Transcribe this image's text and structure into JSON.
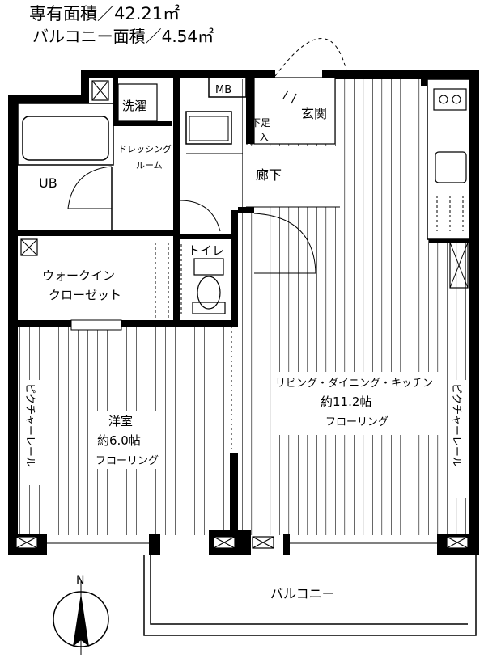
{
  "header": {
    "exclusive_area": "専有面積／42.21㎡",
    "balcony_area": "バルコニー面積／4.54㎡"
  },
  "rooms": {
    "laundry": "洗濯",
    "mb": "MB",
    "entrance": "玄関",
    "shoe_line1": "下足",
    "shoe_line2": "入",
    "dressing_line1": "ドレッシング",
    "dressing_line2": "ルーム",
    "ub": "UB",
    "hallway": "廊下",
    "toilet": "トイレ",
    "closet_line1": "ウォークイン",
    "closet_line2": "クローゼット",
    "western_name": "洋室",
    "western_size": "約6.0帖",
    "western_floor": "フローリング",
    "ldk_name": "リビング・ダイニング・キッチン",
    "ldk_size": "約11.2帖",
    "ldk_floor": "フローリング",
    "picture_rail_left": "ピクチャーレール",
    "picture_rail_right": "ピクチャーレール",
    "balcony": "バルコニー"
  },
  "compass": {
    "north": "N"
  },
  "icons": [
    "compass-icon",
    "stove-icon",
    "sink-icon",
    "bathtub-icon",
    "toilet-icon",
    "washbasin-icon",
    "vent-icon"
  ]
}
